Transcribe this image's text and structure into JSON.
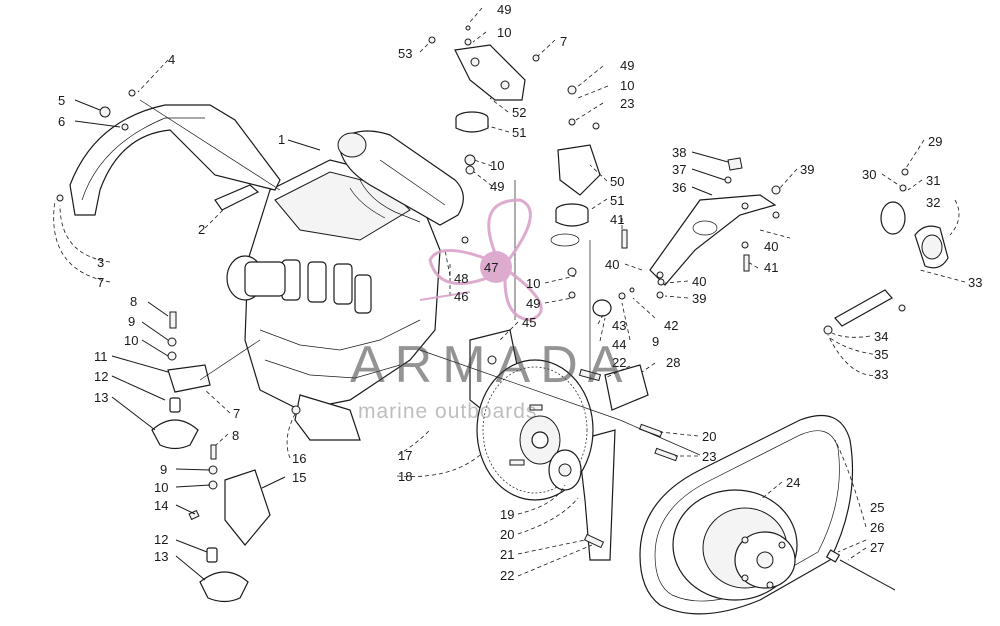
{
  "watermark": {
    "brand": "ARMADA",
    "tagline": "marine outboards",
    "accent_color": "#d9a3c9"
  },
  "callouts": [
    {
      "id": "c49a",
      "text": "49"
    },
    {
      "id": "c10a",
      "text": "10"
    },
    {
      "id": "c7a",
      "text": "7"
    },
    {
      "id": "c53",
      "text": "53"
    },
    {
      "id": "c4",
      "text": "4"
    },
    {
      "id": "c5",
      "text": "5"
    },
    {
      "id": "c6",
      "text": "6"
    },
    {
      "id": "c1",
      "text": "1"
    },
    {
      "id": "c52",
      "text": "52"
    },
    {
      "id": "c51a",
      "text": "51"
    },
    {
      "id": "c49b",
      "text": "49"
    },
    {
      "id": "c10b",
      "text": "10"
    },
    {
      "id": "c23a",
      "text": "23"
    },
    {
      "id": "c10c",
      "text": "10"
    },
    {
      "id": "c49c",
      "text": "49"
    },
    {
      "id": "c50",
      "text": "50"
    },
    {
      "id": "c51b",
      "text": "51"
    },
    {
      "id": "c38",
      "text": "38"
    },
    {
      "id": "c37",
      "text": "37"
    },
    {
      "id": "c36",
      "text": "36"
    },
    {
      "id": "c39a",
      "text": "39"
    },
    {
      "id": "c29",
      "text": "29"
    },
    {
      "id": "c30",
      "text": "30"
    },
    {
      "id": "c31",
      "text": "31"
    },
    {
      "id": "c32",
      "text": "32"
    },
    {
      "id": "c2",
      "text": "2"
    },
    {
      "id": "c3",
      "text": "3"
    },
    {
      "id": "c7b",
      "text": "7"
    },
    {
      "id": "c41a",
      "text": "41"
    },
    {
      "id": "c40a",
      "text": "40"
    },
    {
      "id": "c41b",
      "text": "41"
    },
    {
      "id": "c40b",
      "text": "40"
    },
    {
      "id": "c47",
      "text": "47"
    },
    {
      "id": "c48",
      "text": "48"
    },
    {
      "id": "c46",
      "text": "46"
    },
    {
      "id": "c10d",
      "text": "10"
    },
    {
      "id": "c49d",
      "text": "49"
    },
    {
      "id": "c40c",
      "text": "40"
    },
    {
      "id": "c39b",
      "text": "39"
    },
    {
      "id": "c33a",
      "text": "33"
    },
    {
      "id": "c8a",
      "text": "8"
    },
    {
      "id": "c45",
      "text": "45"
    },
    {
      "id": "c43",
      "text": "43"
    },
    {
      "id": "c42",
      "text": "42"
    },
    {
      "id": "c9a",
      "text": "9"
    },
    {
      "id": "c44",
      "text": "44"
    },
    {
      "id": "c34",
      "text": "34"
    },
    {
      "id": "c9b",
      "text": "9"
    },
    {
      "id": "c10e",
      "text": "10"
    },
    {
      "id": "c11",
      "text": "11"
    },
    {
      "id": "c22a",
      "text": "22"
    },
    {
      "id": "c28",
      "text": "28"
    },
    {
      "id": "c35",
      "text": "35"
    },
    {
      "id": "c12a",
      "text": "12"
    },
    {
      "id": "c33b",
      "text": "33"
    },
    {
      "id": "c13a",
      "text": "13"
    },
    {
      "id": "c7c",
      "text": "7"
    },
    {
      "id": "c8b",
      "text": "8"
    },
    {
      "id": "c20a",
      "text": "20"
    },
    {
      "id": "c16",
      "text": "16"
    },
    {
      "id": "c17",
      "text": "17"
    },
    {
      "id": "c23b",
      "text": "23"
    },
    {
      "id": "c9c",
      "text": "9"
    },
    {
      "id": "c15",
      "text": "15"
    },
    {
      "id": "c18",
      "text": "18"
    },
    {
      "id": "c10f",
      "text": "10"
    },
    {
      "id": "c24",
      "text": "24"
    },
    {
      "id": "c14",
      "text": "14"
    },
    {
      "id": "c25",
      "text": "25"
    },
    {
      "id": "c19",
      "text": "19"
    },
    {
      "id": "c26",
      "text": "26"
    },
    {
      "id": "c20b",
      "text": "20"
    },
    {
      "id": "c12b",
      "text": "12"
    },
    {
      "id": "c27",
      "text": "27"
    },
    {
      "id": "c21",
      "text": "21"
    },
    {
      "id": "c13b",
      "text": "13"
    },
    {
      "id": "c22b",
      "text": "22"
    }
  ]
}
